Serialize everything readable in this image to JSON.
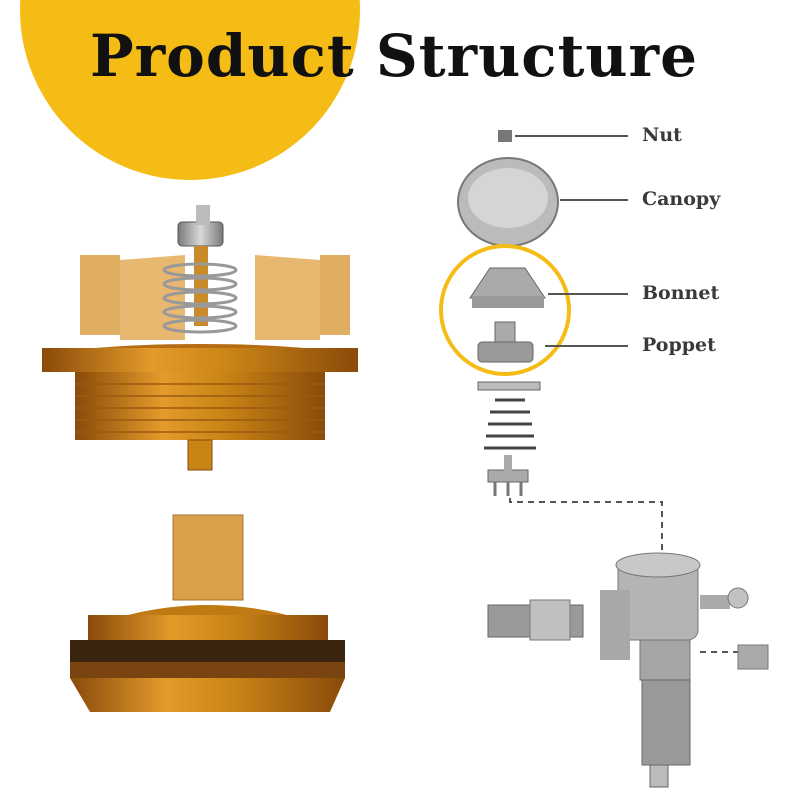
{
  "title": "Product Structure",
  "labels": {
    "nut": "Nut",
    "canopy": "Canopy",
    "bonnet": "Bonnet",
    "poppet": "Poppet"
  },
  "colors": {
    "accent_yellow": "#f6bc16",
    "amber": "#c98416",
    "amber_dark": "#8a4a0a",
    "metal": "#9a9a9a"
  }
}
